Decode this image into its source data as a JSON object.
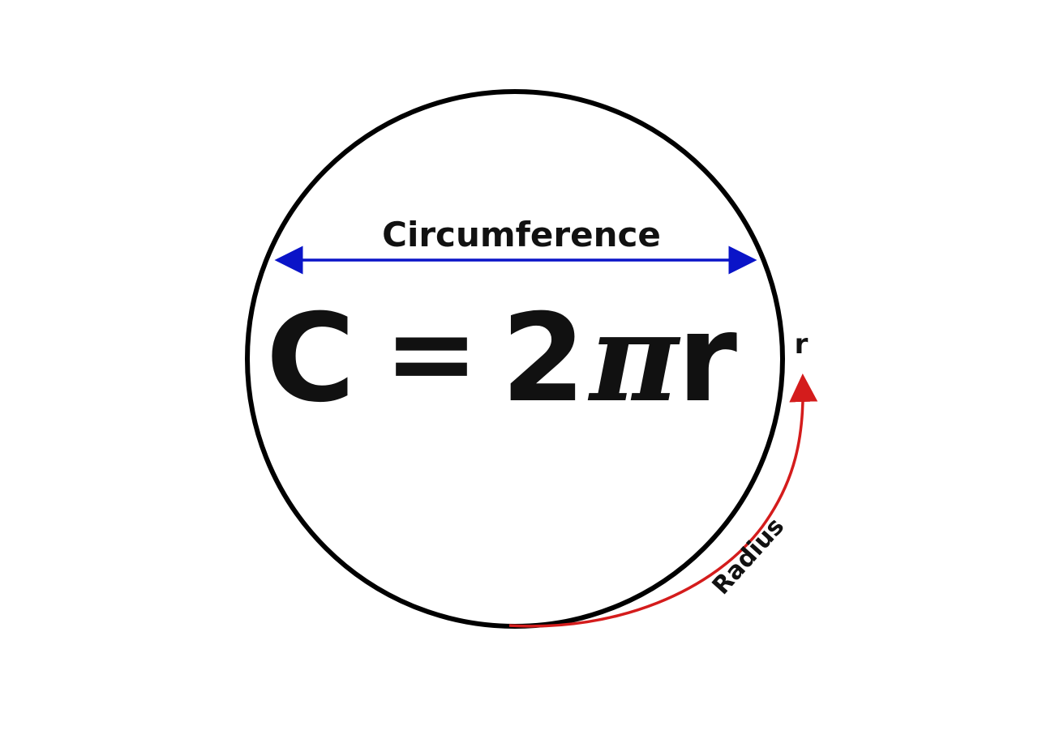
{
  "diagram": {
    "circumference_label": "Circumference",
    "formula": {
      "c": "C",
      "equals": "=",
      "two": "2",
      "pi": "π",
      "r": "r"
    },
    "r_label": "r",
    "radius_label": "Radius"
  },
  "colors": {
    "circle": "#000000",
    "circumference_arrow": "#0a14c8",
    "radius_arrow": "#d41c1c",
    "text": "#111111",
    "background": "#ffffff"
  }
}
